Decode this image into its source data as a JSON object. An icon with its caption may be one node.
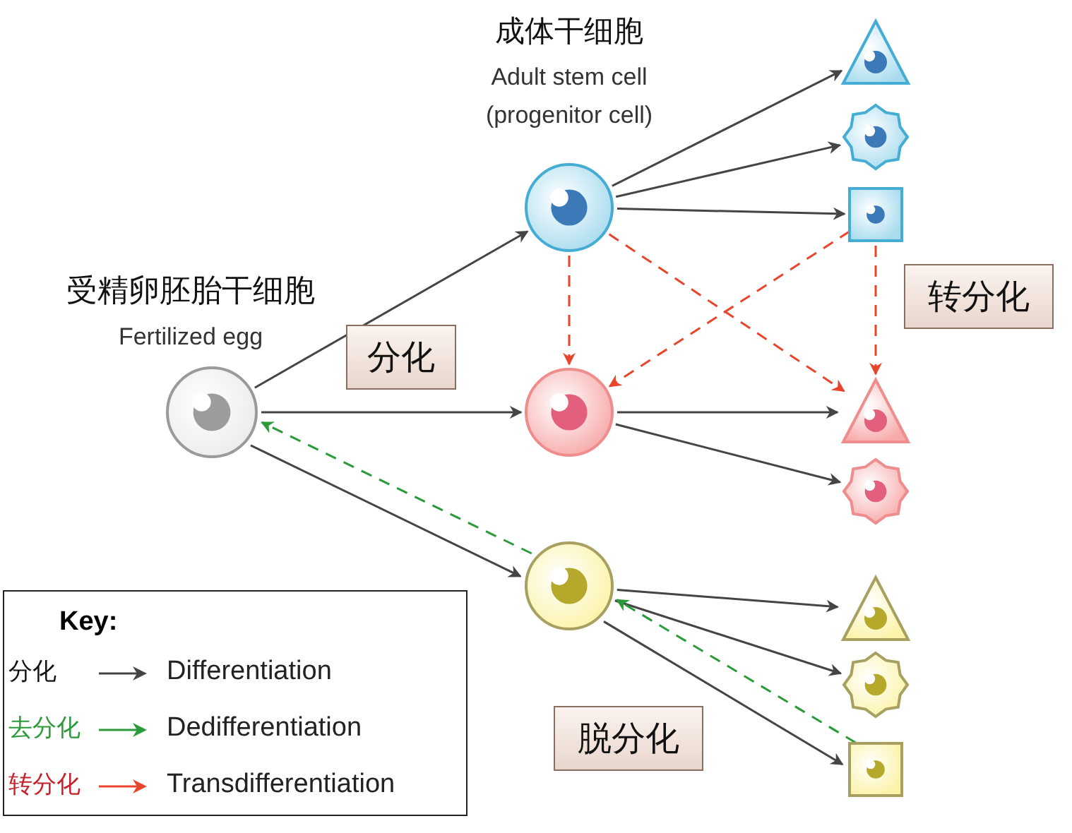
{
  "diagram": {
    "nodes": [
      {
        "text": [
          "受精卵胚胎干细胞",
          "Fertilized egg"
        ]
      },
      {
        "text": [
          "成体干细胞",
          "Adult stem cell (progenitor cell)"
        ]
      },
      {
        "text": [],
        "shape": "circle"
      },
      {
        "text": [],
        "shape": "circle"
      },
      {
        "text": [],
        "shape": "triangle"
      },
      {
        "text": [],
        "shape": "star"
      },
      {
        "text": [],
        "shape": "box"
      },
      {
        "text": [],
        "shape": "triangle"
      },
      {
        "text": [],
        "shape": "star"
      },
      {
        "text": [],
        "shape": "triangle"
      },
      {
        "text": [],
        "shape": "star"
      },
      {
        "text": [],
        "shape": "box"
      },
      {
        "text": [
          "分化"
        ]
      },
      {
        "text": [
          "转分化"
        ]
      },
      {
        "text": [
          "脱分化"
        ]
      }
    ],
    "edges": [
      {
        "from": 0,
        "to": 1,
        "arrow": "to"
      },
      {
        "from": 0,
        "to": 2,
        "arrow": "to"
      },
      {
        "from": 0,
        "to": 3,
        "arrow": "to"
      },
      {
        "from": 1,
        "to": 4,
        "arrow": "to"
      },
      {
        "from": 1,
        "to": 5,
        "arrow": "to"
      },
      {
        "from": 1,
        "to": 6,
        "arrow": "to"
      },
      {
        "from": 2,
        "to": 7,
        "arrow": "to"
      },
      {
        "from": 2,
        "to": 8,
        "arrow": "to"
      },
      {
        "from": 3,
        "to": 9,
        "arrow": "to"
      },
      {
        "from": 3,
        "to": 10,
        "arrow": "to"
      },
      {
        "from": 3,
        "to": 11,
        "arrow": "to"
      },
      {
        "from": 1,
        "to": 2,
        "arrow": "to",
        "style": "dashed",
        "color": "#e8452c"
      },
      {
        "from": 1,
        "to": 7,
        "arrow": "to",
        "style": "dashed",
        "color": "#e8452c"
      },
      {
        "from": 6,
        "to": 2,
        "arrow": "to",
        "style": "dashed",
        "color": "#e8452c"
      },
      {
        "from": 6,
        "to": 7,
        "arrow": "to",
        "style": "dashed",
        "color": "#e8452c"
      },
      {
        "from": 3,
        "to": 0,
        "arrow": "to",
        "style": "dashed",
        "color": "#2a9a3a"
      },
      {
        "from": 11,
        "to": 3,
        "arrow": "to",
        "style": "dashed",
        "color": "#2a9a3a"
      }
    ],
    "labels": [
      "Key:",
      "分化",
      "去分化",
      "转分化"
    ],
    "legend": [
      {
        "text": "Differentiation"
      },
      {
        "text": "Dedifferentiation"
      },
      {
        "text": "Transdifferentiation"
      }
    ]
  }
}
